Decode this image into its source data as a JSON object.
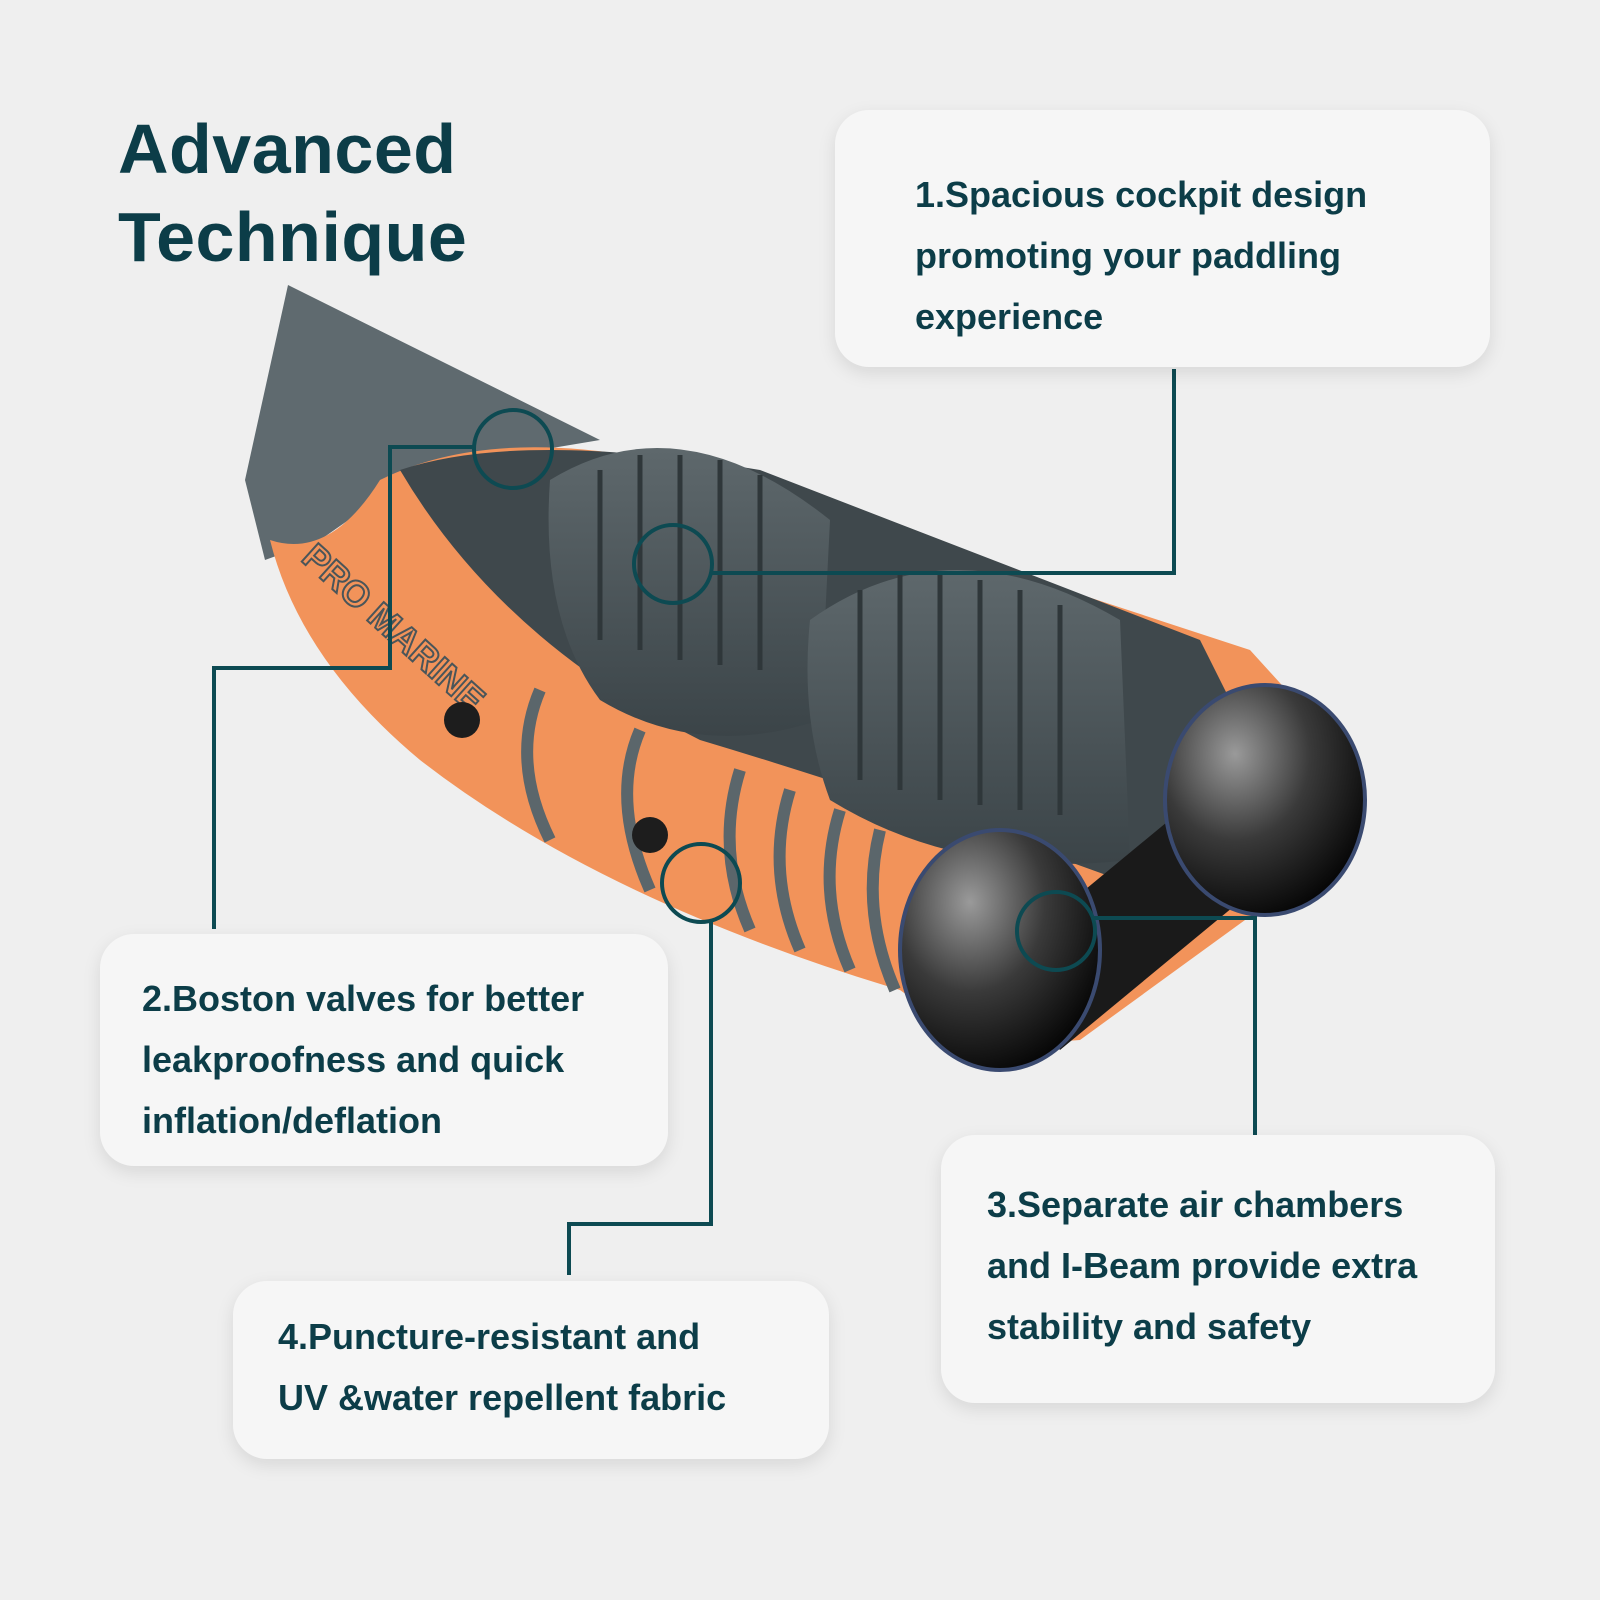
{
  "title": {
    "line1": "Advanced",
    "line2": "Technique"
  },
  "kayak": {
    "brand": "PRO MARINE"
  },
  "features": [
    {
      "lines": [
        "1.Spacious cockpit design",
        "promoting your paddling",
        "experience"
      ]
    },
    {
      "lines": [
        "2.Boston valves for better",
        "leakproofness and quick",
        "inflation/deflation"
      ]
    },
    {
      "lines": [
        "3.Separate air chambers",
        "and I-Beam provide extra",
        "stability and safety"
      ]
    },
    {
      "lines": [
        "4.Puncture-resistant and",
        "UV &water repellent fabric"
      ]
    }
  ],
  "colors": {
    "background": "#efefef",
    "text": "#0c3d48",
    "callout_line": "#0d4a52",
    "hull_orange": "#f2935a",
    "hull_gray": "#5b666b"
  }
}
